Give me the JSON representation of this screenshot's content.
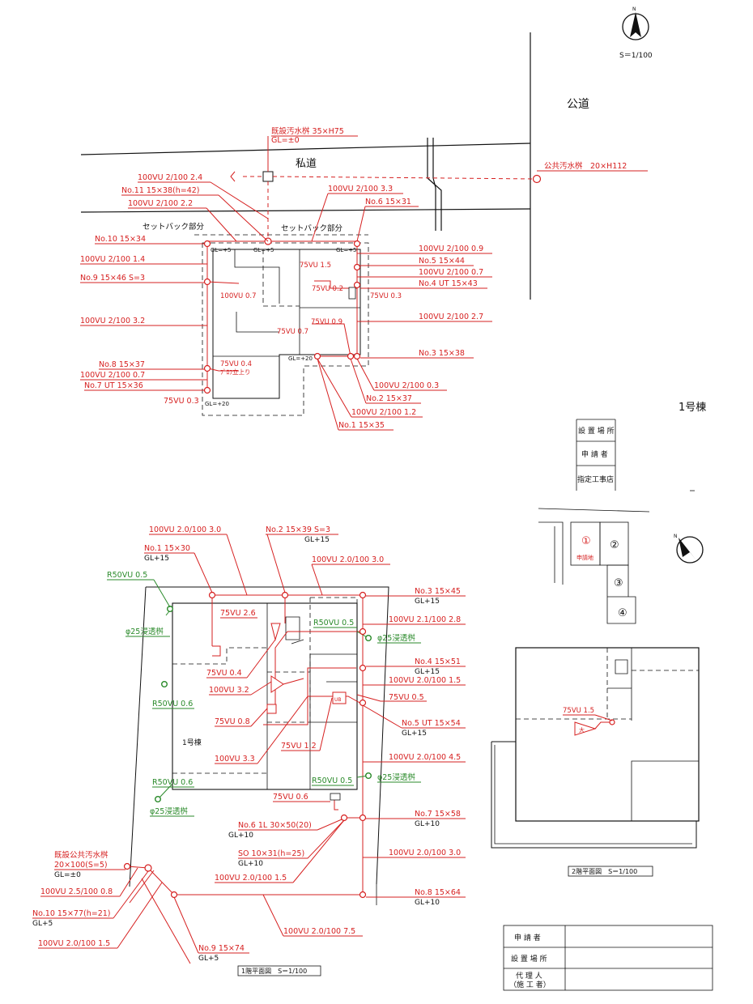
{
  "scale_top": "S＝1/100",
  "road_public": "公道",
  "road_private": "私道",
  "setback_left": "セットバック部分",
  "setback_right": "セットバック部分",
  "building_label": "1号棟",
  "colors": {
    "pipe": "#d62020",
    "infiltration": "#2a8a2a",
    "structure": "#111111"
  },
  "top_plan": {
    "existing_basin": "既設汚水桝 35×H75",
    "existing_basin_gl": "GL=±0",
    "public_basin": "公共汚水桝　20×H112",
    "labels": [
      "100VU 2/100 2.4",
      "No.11 15×38(h=42)",
      "100VU 2/100 2.2",
      "No.10 15×34",
      "100VU 2/100 1.4",
      "No.9 15×46 S=3",
      "100VU 2/100 3.2",
      "No.8 15×37",
      "100VU 2/100 0.7",
      "No.7 UT 15×36",
      "75VU 0.3",
      "100VU 2/100 3.3",
      "No.6 15×31",
      "100VU 2/100 0.9",
      "No.5 15×44",
      "100VU 2/100 0.7",
      "No.4 UT 15×43",
      "100VU 2/100 2.7",
      "No.3 15×38",
      "100VU 2/100 0.3",
      "No.2 15×37",
      "100VU 2/100 1.2",
      "No.1 15×35"
    ],
    "inner_labels": [
      "75VU 1.5",
      "75VU 0.2",
      "75VU 0.3",
      "100VU 0.7",
      "75VU 0.9",
      "75VU 0.7",
      "75VU 0.4",
      "ﾌﾟﾛﾌ立上り"
    ],
    "gl_marks": [
      "GL=+5",
      "GL=+5",
      "GL=+5",
      "GL=+20",
      "GL=+20"
    ]
  },
  "title_block_top": {
    "rows": [
      "設 置 場 所",
      "申 請 者",
      "指定工事店"
    ]
  },
  "key_map": {
    "lots": [
      "①",
      "②",
      "③",
      "④"
    ],
    "applicant_label": "申請地"
  },
  "first_floor": {
    "caption": "1階平面図　S＝1/100",
    "existing_basin": "既設公共汚水桝",
    "existing_basin_size": "20×100(S=5)",
    "existing_basin_gl": "GL=±0",
    "labels": [
      {
        "text": "100VU 2.0/100 3.0"
      },
      {
        "text": "No.2 15×39 S=3"
      },
      {
        "text": "GL+15"
      },
      {
        "text": "No.1 15×30"
      },
      {
        "text": "GL+15"
      },
      {
        "text": "100VU 2.0/100 3.0"
      },
      {
        "text": "No.3 15×45"
      },
      {
        "text": "GL+15"
      },
      {
        "text": "100VU 2.1/100 2.8"
      },
      {
        "text": "No.4 15×51"
      },
      {
        "text": "GL+15"
      },
      {
        "text": "100VU 2.0/100 1.5"
      },
      {
        "text": "75VU 0.5"
      },
      {
        "text": "No.5 UT 15×54"
      },
      {
        "text": "GL+15"
      },
      {
        "text": "100VU 2.0/100 4.5"
      },
      {
        "text": "No.7 15×58"
      },
      {
        "text": "GL+10"
      },
      {
        "text": "100VU 2.0/100 3.0"
      },
      {
        "text": "No.8 15×64"
      },
      {
        "text": "GL+10"
      },
      {
        "text": "75VU 2.6"
      },
      {
        "text": "75VU 0.4"
      },
      {
        "text": "100VU 3.2"
      },
      {
        "text": "75VU 0.8"
      },
      {
        "text": "75VU 1.2"
      },
      {
        "text": "100VU 3.3"
      },
      {
        "text": "75VU 0.6"
      },
      {
        "text": "No.6 1L 30×50(20)"
      },
      {
        "text": "GL+10"
      },
      {
        "text": "SO 10×31(h=25)"
      },
      {
        "text": "GL+10"
      },
      {
        "text": "100VU 2.0/100 1.5"
      },
      {
        "text": "100VU 2.5/100 0.8"
      },
      {
        "text": "No.10 15×77(h=21)"
      },
      {
        "text": "GL+5"
      },
      {
        "text": "100VU 2.0/100 1.5"
      },
      {
        "text": "No.9 15×74"
      },
      {
        "text": "GL+5"
      },
      {
        "text": "100VU 2.0/100 7.5"
      }
    ],
    "green_labels": [
      "R50VU 0.5",
      "φ25浸透桝",
      "R50VU 0.5",
      "φ25浸透桝",
      "R50VU 0.6",
      "R50VU 0.6",
      "φ25浸透桝",
      "R50VU 0.5",
      "φ25浸透桝"
    ],
    "room_label": "1号棟",
    "fixture_ub": "UB"
  },
  "second_floor": {
    "caption": "2階平面図　S＝1/100",
    "label": "75VU 1.5",
    "fixture": "大"
  },
  "title_block_bottom": {
    "rows": [
      "申 請 者",
      "設 置 場 所",
      "代 理 人",
      "（施 工 者）"
    ]
  }
}
